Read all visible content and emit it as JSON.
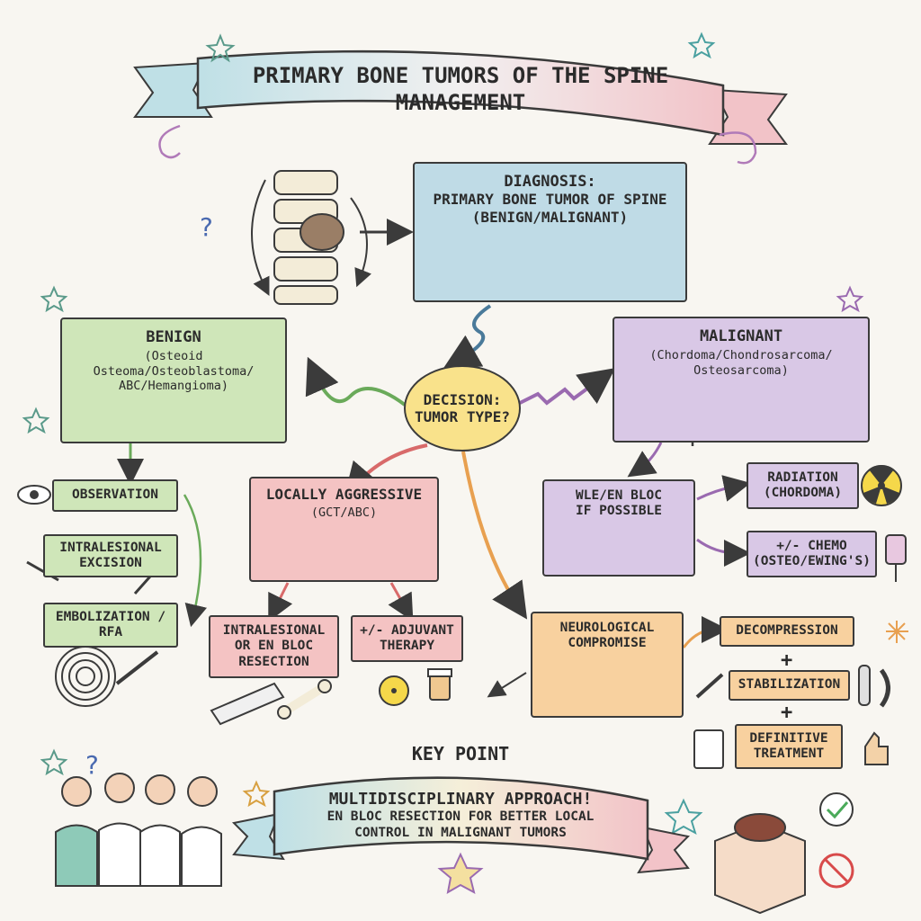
{
  "header": {
    "title_line1": "PRIMARY BONE TUMORS OF THE SPINE",
    "title_line2": "MANAGEMENT"
  },
  "diagnosis": {
    "title": "DIAGNOSIS:",
    "line2": "PRIMARY BONE TUMOR OF SPINE",
    "line3": "(BENIGN/MALIGNANT)"
  },
  "decision": {
    "line1": "DECISION:",
    "line2": "TUMOR TYPE?"
  },
  "benign": {
    "title": "BENIGN",
    "sub1": "(Osteoid Osteoma/Osteoblastoma/",
    "sub2": "ABC/Hemangioma)",
    "options": [
      "OBSERVATION",
      "INTRALESIONAL EXCISION",
      "EMBOLIZATION / RFA"
    ]
  },
  "malignant": {
    "title": "MALIGNANT",
    "sub1": "(Chordoma/Chondrosarcoma/",
    "sub2": "Osteosarcoma)",
    "wle_line1": "WLE/EN BLOC",
    "wle_line2": "IF POSSIBLE",
    "radiation_line1": "RADIATION",
    "radiation_line2": "(CHORDOMA)",
    "chemo_line1": "+/- CHEMO",
    "chemo_line2": "(OSTEO/EWING'S)"
  },
  "locally_aggressive": {
    "title": "LOCALLY AGGRESSIVE",
    "sub": "(GCT/ABC)",
    "option1_line1": "INTRALESIONAL",
    "option1_line2": "OR EN BLOC",
    "option1_line3": "RESECTION",
    "option2_line1": "+/- ADJUVANT",
    "option2_line2": "THERAPY"
  },
  "neuro": {
    "title_line1": "NEUROLOGICAL",
    "title_line2": "COMPROMISE",
    "steps": [
      "DECOMPRESSION",
      "STABILIZATION",
      "DEFINITIVE TREATMENT"
    ],
    "plus": "+"
  },
  "key_point": {
    "label": "KEY POINT",
    "line1": "MULTIDISCIPLINARY APPROACH!",
    "line2": "EN BLOC RESECTION FOR BETTER LOCAL",
    "line3": "CONTROL IN MALIGNANT TUMORS"
  },
  "colors": {
    "benign": "#cfe6b9",
    "diagnosis": "#bfdbe6",
    "malignant": "#d9c8e6",
    "aggressive": "#f4c3c3",
    "neuro": "#f8d19f",
    "decision": "#f9e28b"
  }
}
